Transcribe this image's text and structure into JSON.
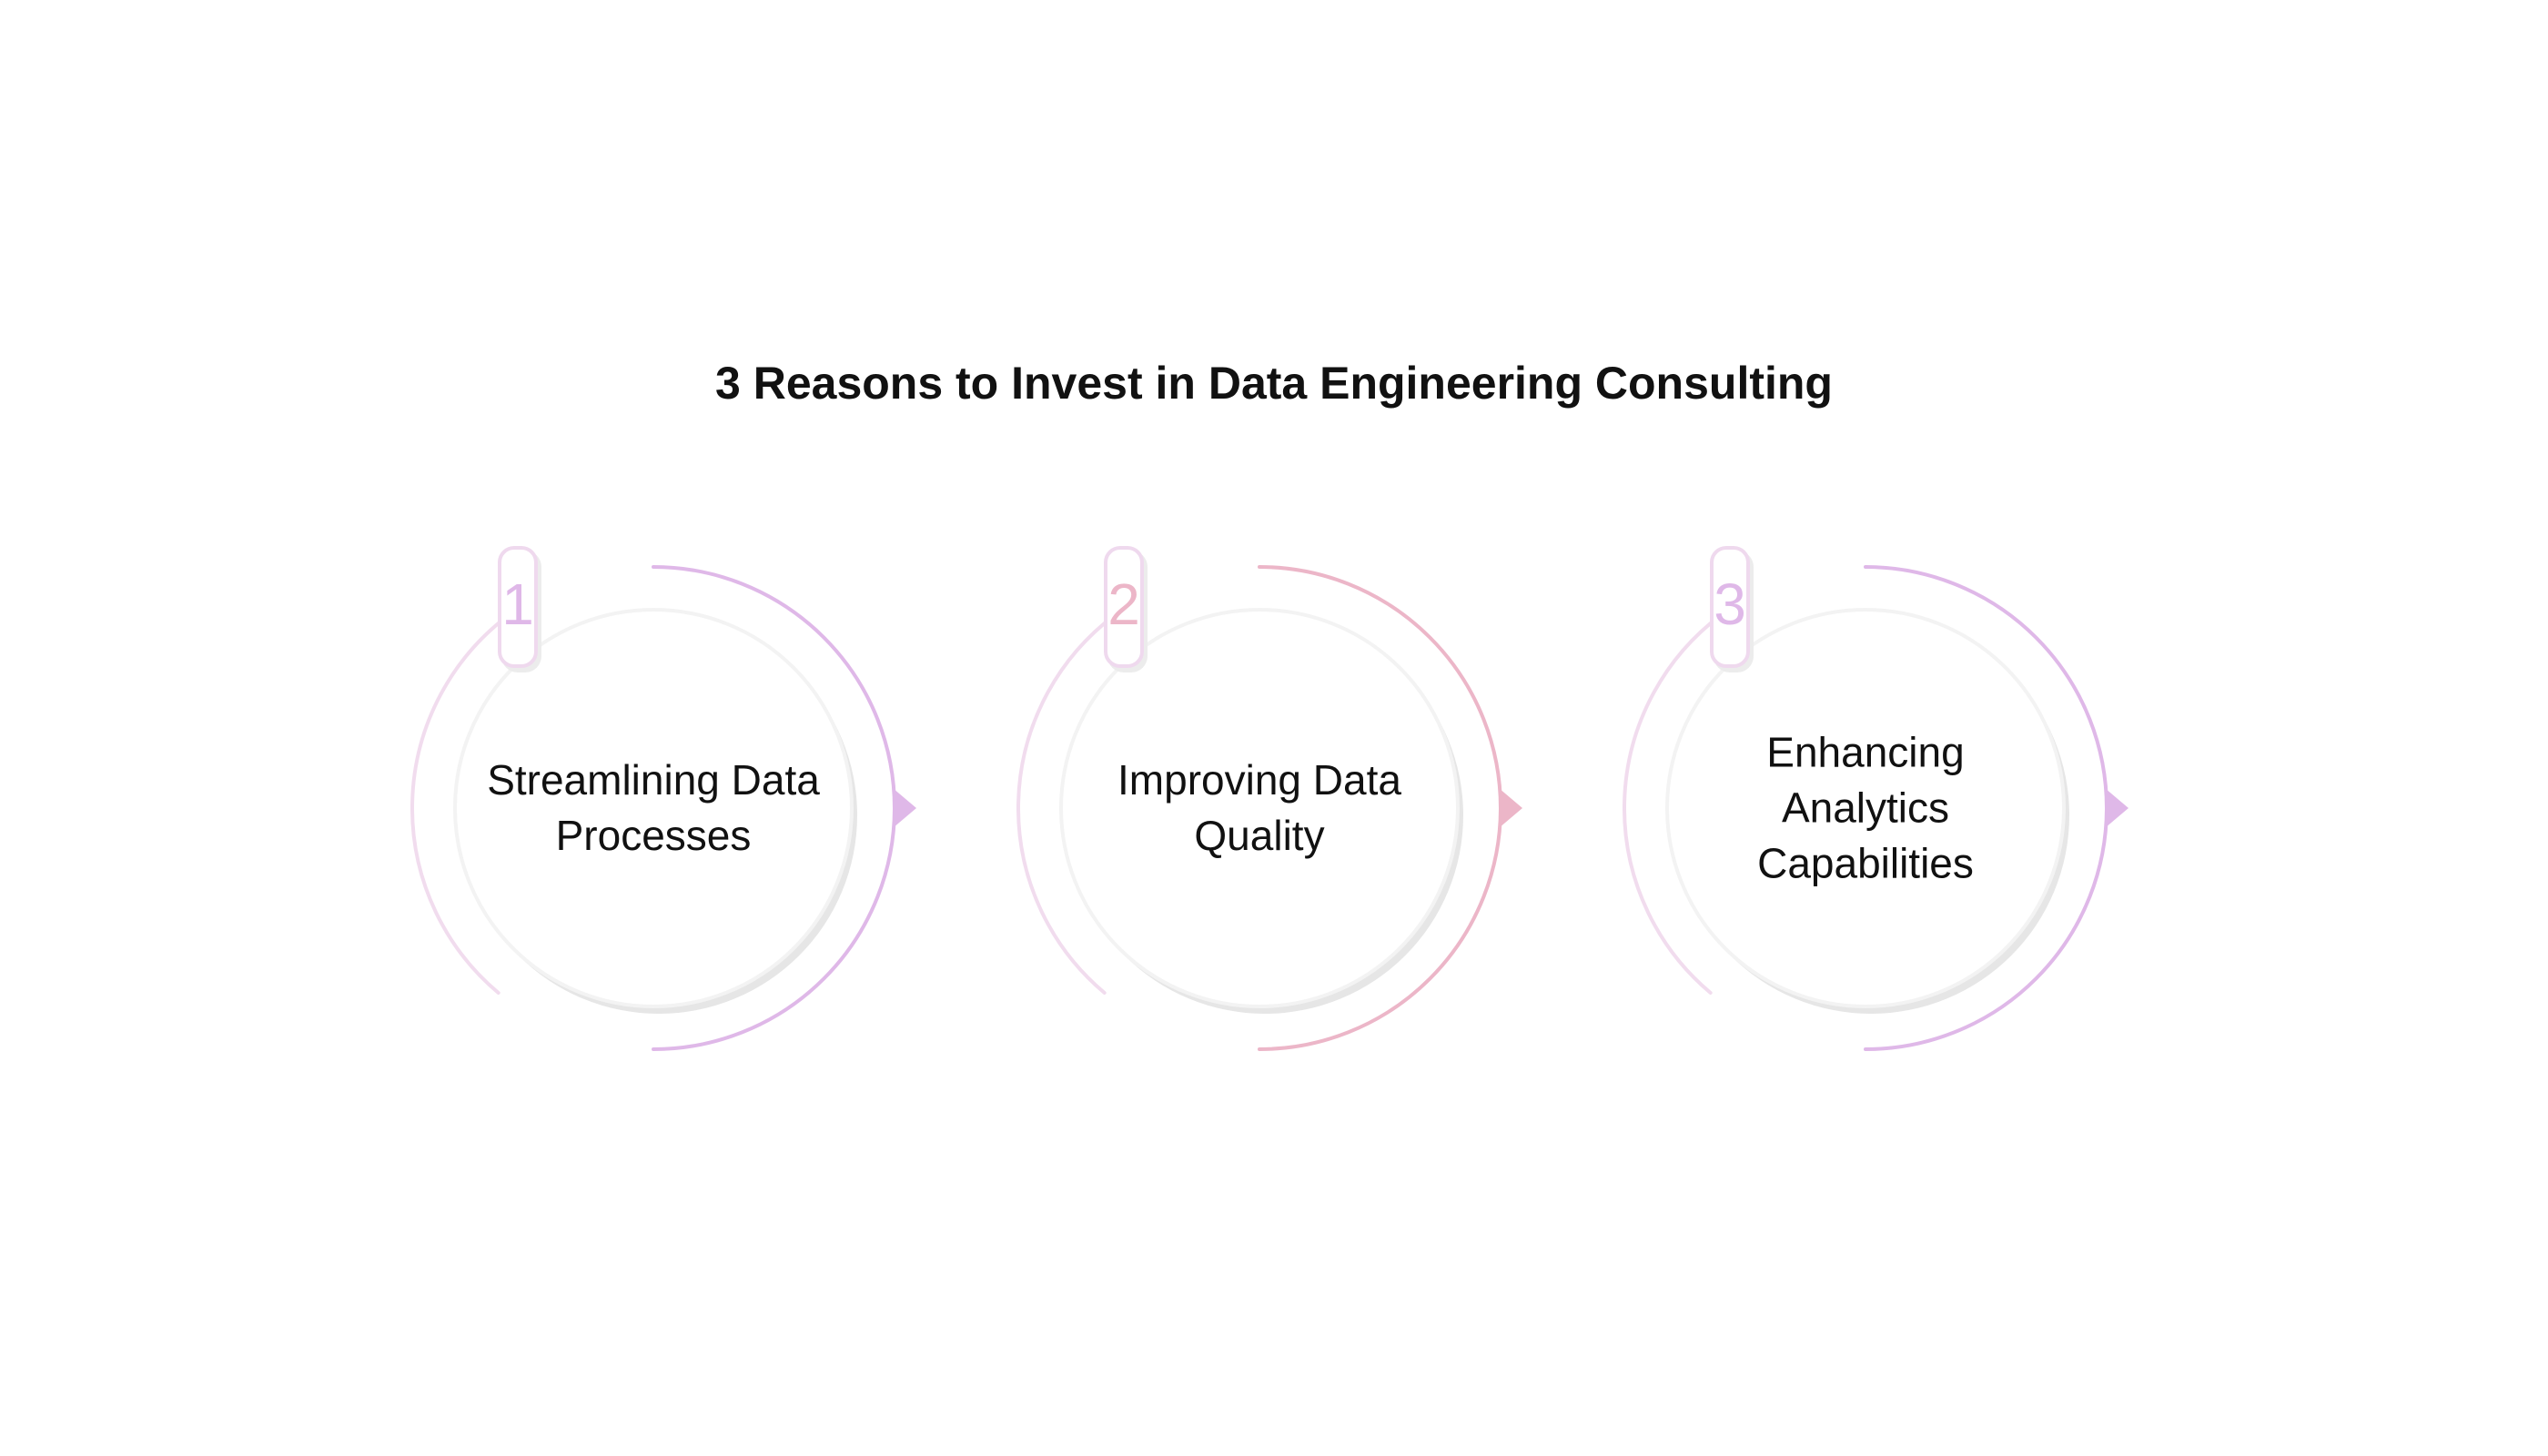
{
  "title": "3 Reasons to Invest in Data Engineering Consulting",
  "items": [
    {
      "number": "1",
      "label": "Streamlining Data Processes",
      "accent": "#dfb8e8"
    },
    {
      "number": "2",
      "label": "Improving Data Quality",
      "accent": "#ecb6c8"
    },
    {
      "number": "3",
      "label": "Enhancing Analytics Capabilities",
      "accent": "#dfb8e8"
    }
  ],
  "colors": {
    "left_arc": "#f1dcee",
    "circle_shadow": "#e6e6e6"
  }
}
